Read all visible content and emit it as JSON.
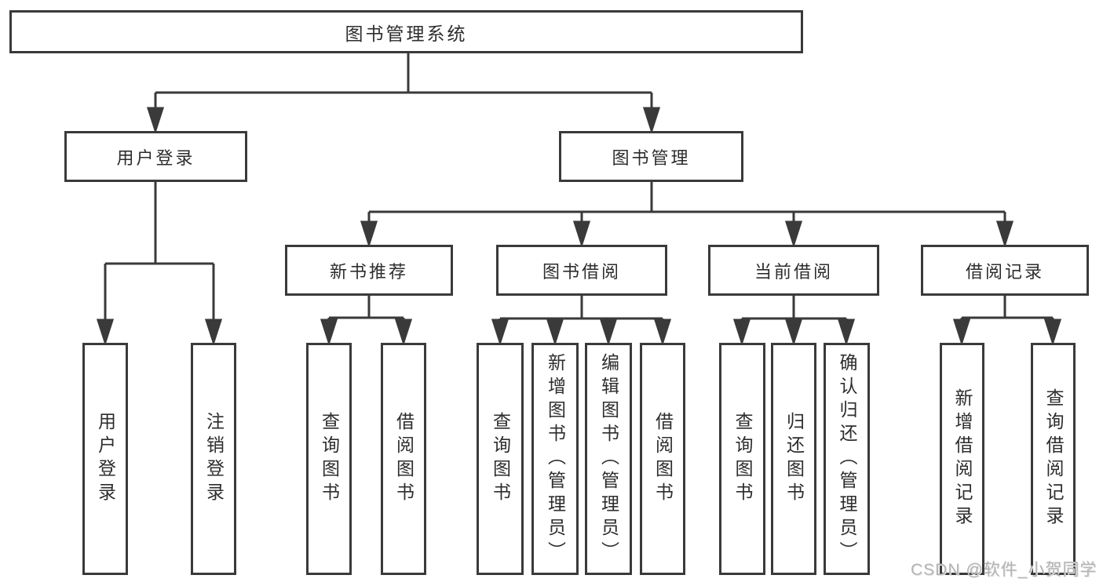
{
  "diagram_title": "图书管理系统",
  "tree": {
    "root": {
      "label": "图书管理系统"
    },
    "branches": [
      {
        "label": "用户登录",
        "children": [
          {
            "label": "用户登录"
          },
          {
            "label": "注销登录"
          }
        ]
      },
      {
        "label": "图书管理",
        "children": [
          {
            "label": "新书推荐",
            "children": [
              {
                "label": "查询图书"
              },
              {
                "label": "借阅图书"
              }
            ]
          },
          {
            "label": "图书借阅",
            "children": [
              {
                "label": "查询图书"
              },
              {
                "label": "新增图书（管理员）"
              },
              {
                "label": "编辑图书（管理员）"
              },
              {
                "label": "借阅图书"
              }
            ]
          },
          {
            "label": "当前借阅",
            "children": [
              {
                "label": "查询图书"
              },
              {
                "label": "归还图书"
              },
              {
                "label": "确认归还（管理员）"
              }
            ]
          },
          {
            "label": "借阅记录",
            "children": [
              {
                "label": "新增借阅记录"
              },
              {
                "label": "查询借阅记录"
              }
            ]
          }
        ]
      }
    ]
  },
  "watermark": {
    "text": "CSDN @软件_小贺同学",
    "color": "#b4b4b4"
  },
  "colors": {
    "line": "#3a3a3a",
    "text": "#2d2d2d",
    "background": "#ffffff"
  }
}
